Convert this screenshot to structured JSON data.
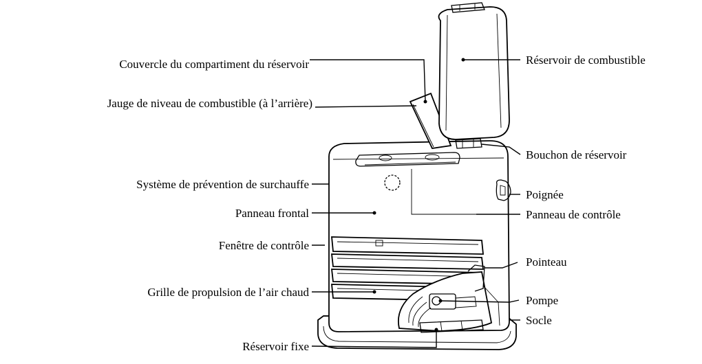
{
  "labels": {
    "tank_lid": "Couvercle du compartiment du réservoir",
    "fuel_gauge": "Jauge de niveau de combustible (à l’arrière)",
    "overheat": "Système de prévention de surchauffe",
    "front_panel": "Panneau frontal",
    "control_window": "Fenêtre de contrôle",
    "warm_air_grille": "Grille de propulsion de l’air chaud",
    "fixed_tank": "Réservoir fixe",
    "fuel_tank": "Réservoir de combustible",
    "tank_cap": "Bouchon de réservoir",
    "handle": "Poignée",
    "control_panel": "Panneau de contrôle",
    "needle": "Pointeau",
    "pump": "Pompe",
    "base": "Socle"
  },
  "colors": {
    "ink": "#000000",
    "paper": "#ffffff"
  }
}
